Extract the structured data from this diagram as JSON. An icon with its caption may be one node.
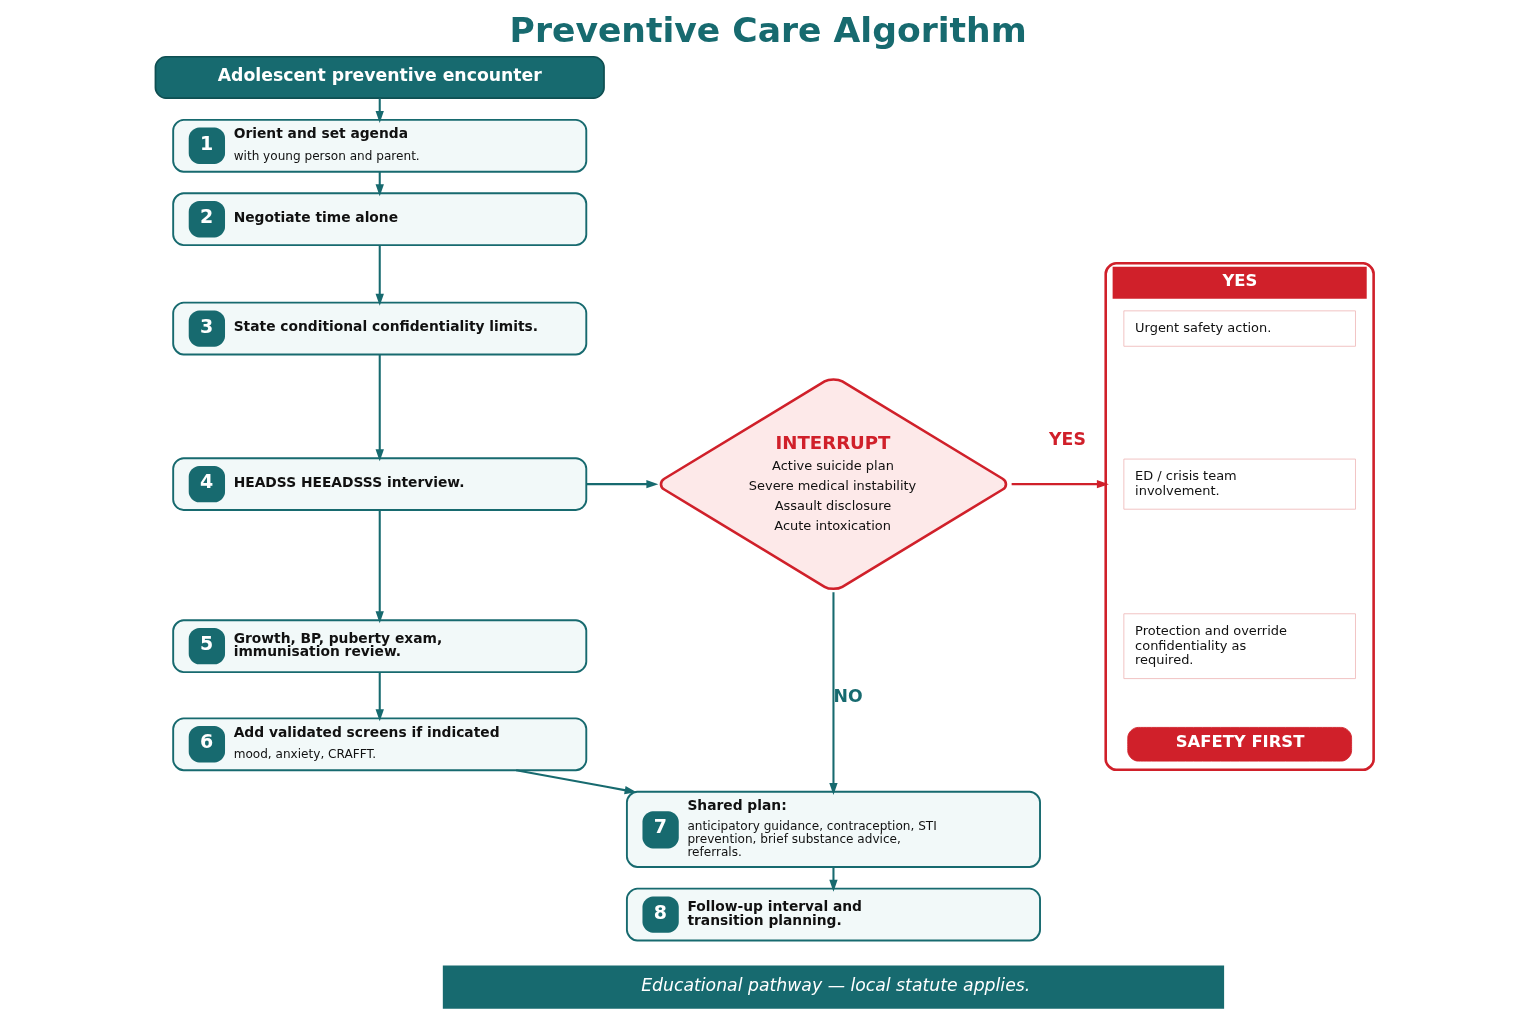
{
  "diagram": {
    "title": "Preventive Care Algorithm",
    "caption": "Educational pathway — local statute applies.",
    "nodes": [
      {
        "text": [
          "Adolescent preventive encounter"
        ]
      },
      {
        "text": [
          "1",
          "Orient and set agenda",
          "with young person and parent."
        ]
      },
      {
        "text": [
          "2",
          "Negotiate time alone"
        ]
      },
      {
        "text": [
          "3",
          "State conditional confidentiality limits."
        ]
      },
      {
        "text": [
          "4",
          "HEADSS HEEADSSS interview."
        ]
      },
      {
        "text": [
          "5",
          "Growth, BP, puberty exam, immunisation review."
        ]
      },
      {
        "text": [
          "6",
          "Add validated screens if indicated",
          "mood, anxiety, CRAFFT."
        ]
      },
      {
        "text": [
          "INTERRUPT",
          "Active suicide plan",
          "Severe medical instability",
          "Assault disclosure",
          "Acute intoxication"
        ]
      },
      {
        "text": [
          "YES"
        ]
      },
      {
        "text": [
          "Urgent safety action."
        ],
        "in": 8
      },
      {
        "text": [
          "ED / crisis team involvement."
        ],
        "in": 8
      },
      {
        "text": [
          "Protection and override confidentiality as required."
        ],
        "in": 8
      },
      {
        "text": [
          "SAFETY FIRST"
        ],
        "in": 8
      },
      {
        "text": [
          "7",
          "Shared plan:",
          "anticipatory guidance, contraception, STI prevention, brief substance advice, referrals."
        ]
      },
      {
        "text": [
          "8",
          "Follow-up interval and transition planning."
        ]
      }
    ],
    "edges": [
      {
        "from": 0,
        "to": 1,
        "arrow": "to"
      },
      {
        "from": 1,
        "to": 2,
        "arrow": "to"
      },
      {
        "from": 2,
        "to": 3,
        "arrow": "to"
      },
      {
        "from": 3,
        "to": 4,
        "arrow": "to"
      },
      {
        "from": 4,
        "to": 5,
        "arrow": "to"
      },
      {
        "from": 5,
        "to": 6,
        "arrow": "to"
      },
      {
        "from": 4,
        "to": 7,
        "arrow": "to"
      },
      {
        "from": 7,
        "to": 8,
        "arrow": "to",
        "label": "YES",
        "color": "#d0202a"
      },
      {
        "from": 7,
        "to": 13,
        "arrow": "to",
        "label": "NO"
      },
      {
        "from": 6,
        "to": 13,
        "arrow": "to"
      },
      {
        "from": 13,
        "to": 14,
        "arrow": "to"
      }
    ]
  }
}
